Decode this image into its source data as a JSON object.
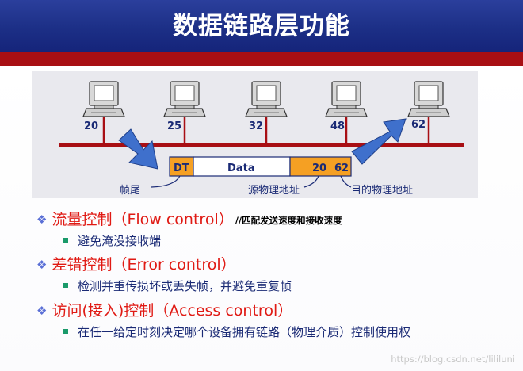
{
  "slide": {
    "title": "数据链路层功能"
  },
  "diagram": {
    "computers": [
      {
        "label": "20"
      },
      {
        "label": "25"
      },
      {
        "label": "32"
      },
      {
        "label": "48"
      },
      {
        "label": "62"
      }
    ],
    "frame": {
      "trailer": "DT",
      "data": "Data",
      "dest_addr": "20",
      "src_addr": "62"
    },
    "callouts": {
      "trailer": "帧尾",
      "source": "源物理地址",
      "destination": "目的物理地址"
    },
    "colors": {
      "bus": "#a80f14",
      "arrow": "#3f70cc",
      "frame_orange": "#f5a023",
      "label_blue": "#1a2a75"
    }
  },
  "bullets": [
    {
      "text": "流量控制（Flow control）",
      "note": "//匹配发送速度和接收速度",
      "sub": "避免淹没接收端"
    },
    {
      "text": "差错控制（Error control）",
      "note": "",
      "sub": "检测并重传损坏或丢失帧，并避免重复帧"
    },
    {
      "text": "访问(接入)控制（Access control）",
      "note": "",
      "sub": "在任一给定时刻决定哪个设备拥有链路（物理介质）控制使用权"
    }
  ],
  "icons": {
    "bullet": "diamond-icon",
    "sub_bullet": "square-icon"
  },
  "watermark": "https://blog.csdn.net/lililuni"
}
